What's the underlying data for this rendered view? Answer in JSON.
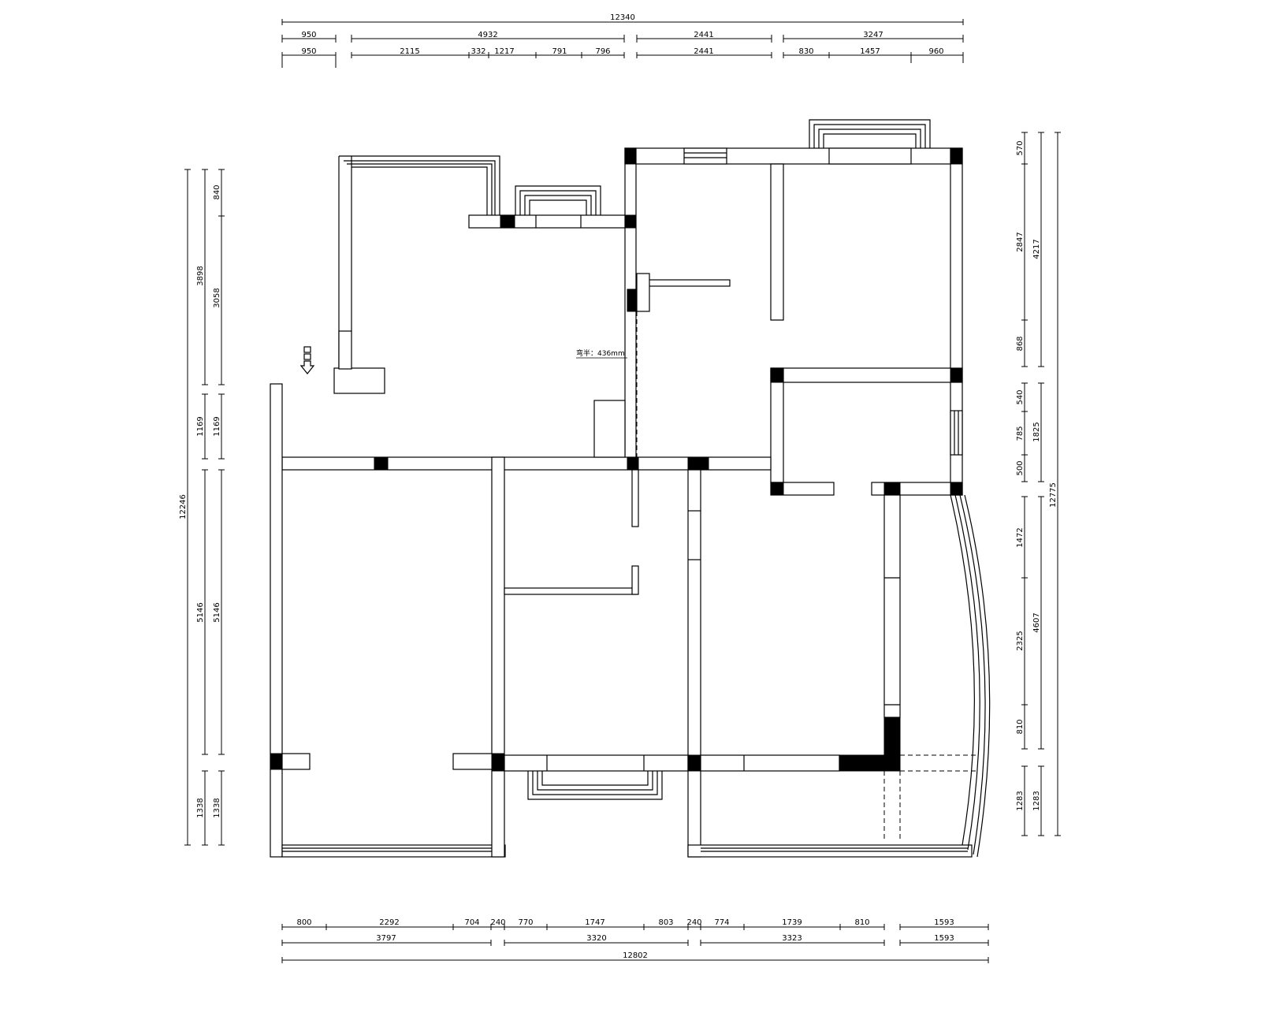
{
  "dimensions": {
    "top_total": "12340",
    "top_row1": [
      "950",
      "4932",
      "2441",
      "3247"
    ],
    "top_row2": [
      "950",
      "2115",
      "332",
      "1217",
      "791",
      "796",
      "2441",
      "830",
      "1457",
      "960"
    ],
    "bottom_row1": [
      "800",
      "2292",
      "704",
      "240",
      "770",
      "1747",
      "803",
      "240",
      "774",
      "1739",
      "810",
      "1593"
    ],
    "bottom_row2": [
      "3797",
      "3320",
      "3323",
      "1593"
    ],
    "bottom_total": "12802",
    "left_total": "12246",
    "left_outer": [
      "3898",
      "1169",
      "5146",
      "1338"
    ],
    "left_inner": [
      "840",
      "3058",
      "1169",
      "5146",
      "1338"
    ],
    "right_inner": [
      "570",
      "2847",
      "868",
      "540",
      "785",
      "500",
      "1472",
      "2325",
      "810",
      "1283"
    ],
    "right_outer": [
      "4217",
      "1825",
      "4607",
      "1283"
    ],
    "right_total": "12775"
  },
  "annotation": "弯半：436mm"
}
